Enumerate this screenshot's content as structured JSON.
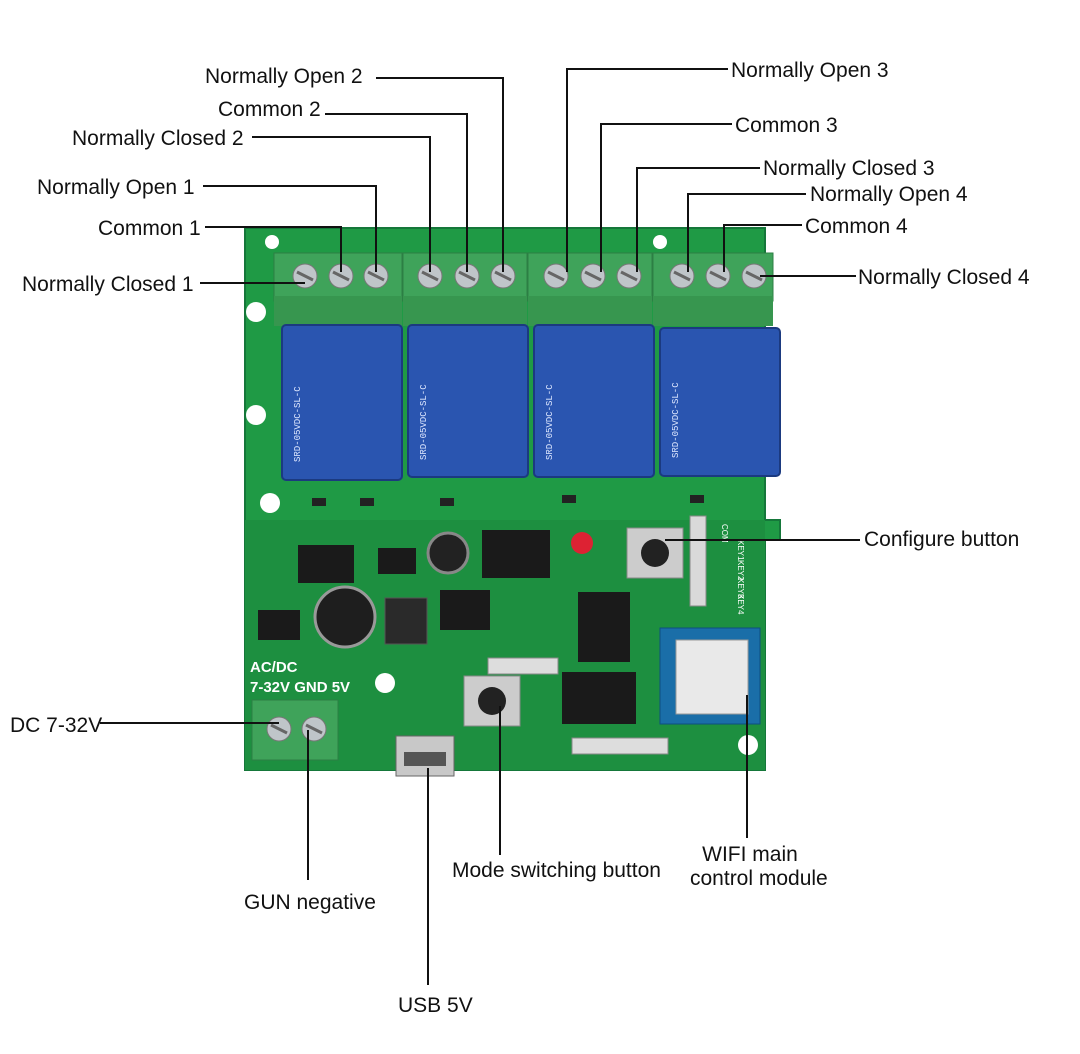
{
  "labels": {
    "no2": "Normally Open 2",
    "com2": "Common 2",
    "nc2": "Normally Closed 2",
    "no1": "Normally Open 1",
    "com1": "Common 1",
    "nc1": "Normally Closed 1",
    "no3": "Normally Open 3",
    "com3": "Common 3",
    "nc3": "Normally Closed 3",
    "no4": "Normally Open 4",
    "com4": "Common 4",
    "nc4": "Normally Closed 4",
    "configure": "Configure button",
    "dc": "DC 7-32V",
    "gun": "GUN negative",
    "usb": "USB 5V",
    "mode": "Mode switching button",
    "wifi_line1": "WIFI main",
    "wifi_line2": "control module"
  },
  "board": {
    "silk_acdc": "AC/DC",
    "silk_voltage": "7-32V  GND 5V",
    "relay_model": "SRD-05VDC-SL-C",
    "keys": [
      "COM",
      "KEY1",
      "KEY2",
      "KEY3",
      "KEY4"
    ]
  },
  "colors": {
    "pcb": "#1f9a45",
    "terminal": "#3fa35a",
    "relay": "#2a55b0",
    "leader": "#111111"
  }
}
